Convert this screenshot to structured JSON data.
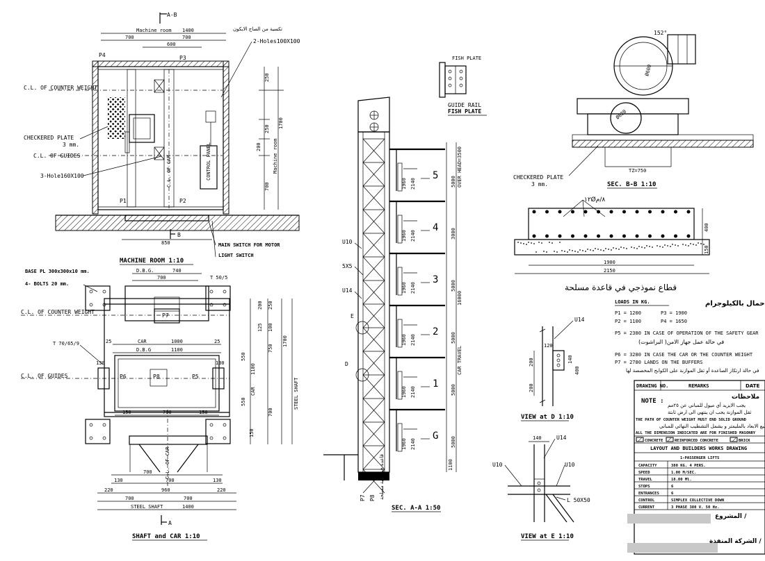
{
  "machine_room": {
    "section_mark": "A-B",
    "top_label": "Machine room",
    "dim_top": "1400",
    "dim_700": "700",
    "dim_600": "600",
    "dim_700b": "700",
    "arabic_cover": "تكسية من الصاج الايكون",
    "holes_top": "2-Holes100X100",
    "holes_left": "3-Hole160X100",
    "cl_counter_weight": "C.L. OF COUNTER WEIGHT",
    "checkered_plate": "CHECKERED PLATE",
    "checkered_mm": "3 mm.",
    "cl_guides": "C.L. OF GUIDES",
    "p4": "P4",
    "p3": "P3",
    "p1": "P1",
    "p2": "P2",
    "cl_car": "C.L. OF CAR",
    "control_panel": "CONTROL PANEL",
    "dim_250": "250",
    "dim_250b": "250",
    "dim_200": "200",
    "dim_700v": "700",
    "dim_1700": "1700",
    "machine_room_v": "Machine room",
    "dim_850": "850",
    "b_mark": "B",
    "main_switch": "MAIN SWITCH FOR MOTOR",
    "light_switch": "LIGHT SWITCH",
    "title": "MACHINE ROOM 1:10"
  },
  "shaft_car": {
    "base_pl": "BASE PL 300x300x10 mm.",
    "bolts": "4- BOLTS 20 mm.",
    "dbg_top": "D.B.G.",
    "dim_740": "740",
    "dim_700": "700",
    "t_top": "T 50/5",
    "cl_counter_weight": "C.L. OF COUNTER WEIGHT",
    "p7": "P7",
    "t_left": "T 70/65/9",
    "dim_25a": "25",
    "car_label": "CAR",
    "dim_1000": "1000",
    "dim_25b": "25",
    "dbg": "D.B.G",
    "dim_1100": "1100",
    "dim_130a": "130",
    "dim_130b": "130",
    "cl_guides": "C.L. OF GUIDES",
    "p6": "P6",
    "p8": "P8",
    "p5": "P5",
    "car_v": "CAR",
    "dim_1100v": "1100",
    "dim_550a": "550",
    "dim_550b": "550",
    "dim_250": "250",
    "dim_200": "200",
    "dim_125": "125",
    "dim_100": "100",
    "dim_750": "750",
    "dim_700v": "700",
    "dim_1700": "1700",
    "steel_shaft_v": "STEEL SHAFT",
    "dim_150a": "150",
    "dim_790": "790",
    "dim_150b": "150",
    "dim_150c": "150",
    "cl_of_car": "C.L. OF CAR",
    "dim_700b": "700",
    "dim_130c": "130",
    "dim_700c": "700",
    "dim_130d": "130",
    "dim_220a": "220",
    "dim_960": "960",
    "dim_220b": "220",
    "dim_700d": "700",
    "dim_700e": "700",
    "steel_shaft": "STEEL SHAFT",
    "dim_1400": "1400",
    "a_mark": "A",
    "title": "SHAFT and CAR 1:10"
  },
  "section_aa": {
    "u10": "U10",
    "l5x5": "5X5",
    "u14": "U14",
    "e_mark": "E",
    "d_mark": "D",
    "floors": [
      "5",
      "4",
      "3",
      "2",
      "1",
      "G"
    ],
    "dim_1960": "1960",
    "dim_2140": "2140",
    "dim_3000": "3000",
    "dim_5000": "5000",
    "dim_16000": "16000",
    "dim_1100": "1100",
    "over_head": "OVER HEAD=3500",
    "car_travel": "CAR TRAVEL",
    "p7": "P7",
    "p8": "P8",
    "pit_arabic": "قاعدة خرسانية مسلحة",
    "title": "SEC. A-A 1:50"
  },
  "fish_plate": {
    "label_top": "FISH PLATE",
    "guide_rail": "GUIDE RAIL",
    "fish_plate": "FISH PLATE"
  },
  "section_bb": {
    "angle": "152°",
    "dim_600": "Ø600",
    "dim_620": "Ø620",
    "tz": "TZ=750",
    "checkered_plate": "CHECKERED PLATE",
    "checkered_mm": "3 mm.",
    "title": "SEC. B-B 1:10"
  },
  "slab": {
    "bars": "١٢Ø٨/م",
    "dim_400": "400",
    "dim_150": "150",
    "dim_1900": "1900",
    "dim_2150": "2150",
    "title_arabic": "قطاع نموذجي في قاعدة مسلحة"
  },
  "loads": {
    "title_arabic": "الاحمال بالكيلوجرام",
    "header": "LOADS IN   KG.",
    "p1": "P1  = 1200",
    "p3": "P3  = 1900",
    "p2": "P2  = 1100",
    "p4": "P4  = 1650",
    "p5": "P5  = 2380  IN CASE OF OPERATION OF THE SAFETY GEAR",
    "p5_arabic": "في حالة عمل جهاز الامن( البراشوت)",
    "p6": "P6  = 3280  IN CASE THE CAR OR THE COUNTER WEIGHT",
    "p7": "P7  = 2780  LANDS ON THE BUFFERS",
    "p67_arabic": "في حالة ارتكاز الصاعدة أو ثقل الموازنة على الكوابح المخصصة لها"
  },
  "view_d": {
    "u14": "U14",
    "dim_120": "120",
    "dim_140": "140",
    "dim_200a": "200",
    "dim_200b": "200",
    "dim_400": "400",
    "title": "VIEW at D 1:10"
  },
  "view_e": {
    "dim_140": "140",
    "u14": "U14",
    "u10a": "U10",
    "u10b": "U10",
    "angle": "L 50X50",
    "title": "VIEW at E 1:10"
  },
  "title_block": {
    "drawing_no": "DRAWING NO.",
    "remarks": "REMARKS",
    "date": "DATE",
    "note_arabic": "ملاحظات",
    "note": "NOTE :",
    "arabic_line1": "يجب الايزيد أي ميول للمباني عن ٢٥مم",
    "arabic_line2": "ثقل الموازنة يجب ان ينتهي الى ارض ثابتة",
    "en_line1": "THE  PATH OF COUNTER WEIGHT MUST END SOLID GROUND",
    "arabic_line3": "جميع الابعاد بالمليمتر و يشمل التشطيب النهائي للمباني",
    "en_line2": "ALL THE DIMENSION INDICATED ARE FOR FINISHED MASONRY",
    "legend_concrete": "CONCRETE",
    "legend_reinforced": "REINFORCED CONCRETE",
    "legend_brick": "BRICK",
    "drawing_title": "LAYOUT AND BUILDERS WORKS DRAWING",
    "lift_type": "1-PASSENGER LIFTS",
    "specs": [
      {
        "k": "CAPACITY",
        "v": "380 KG.   4 PERS."
      },
      {
        "k": "SPEED",
        "v": "1.00  M/SEC."
      },
      {
        "k": "TRAVEL",
        "v": "18.00  Ml."
      },
      {
        "k": "STOPS",
        "v": "6"
      },
      {
        "k": "ENTRANCES",
        "v": "6"
      },
      {
        "k": "CONTROL",
        "v": "SIMPLEX COLLECTIVE DOWN"
      },
      {
        "k": "CURRENT",
        "v": "3 PHASE 380 V. 50 Hz."
      }
    ],
    "project_arabic": "المشروع /",
    "company_arabic": "الشركة المنفذة /"
  }
}
